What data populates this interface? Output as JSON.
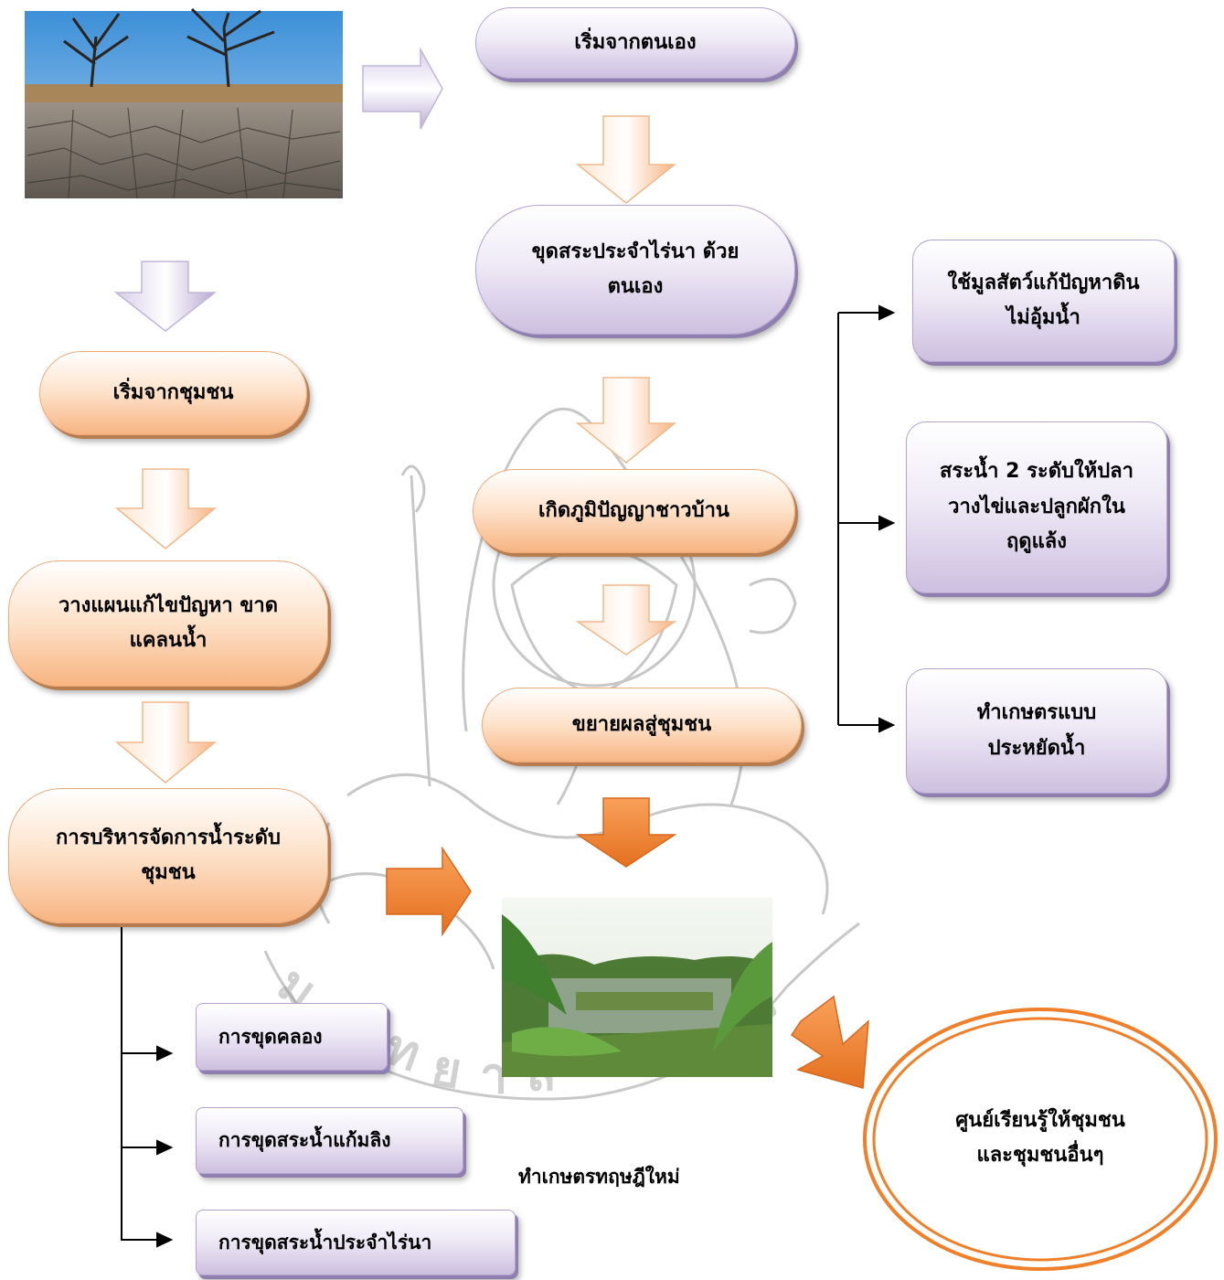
{
  "colors": {
    "purple_box": "#e7e0f1",
    "orange_box": "#fbc9a0",
    "orange_arrow": "#f07f2a",
    "light_orange_arrow": "#f9c08e",
    "purple_arrow": "#cfc4e3",
    "watermark": "#8a8a8a"
  },
  "photos": {
    "dry_land": "dry-cracked-land-photo",
    "farm": "new-theory-farm-photo"
  },
  "nodes": {
    "start_self": "เริ่มจากตนเอง",
    "dig_pond_self": "ขุดสระประจำไร่นา    ด้วย\nตนเอง",
    "local_wisdom": "เกิดภูมิปัญญาชาวบ้าน",
    "expand_community": "ขยายผลสู่ชุมชน",
    "manure_soil": "ใช้มูลสัตว์แก้ปัญหาดิน\nไม่อุ้มน้ำ",
    "pond_two_levels": "สระน้ำ 2 ระดับให้ปลา\nวางไข่และปลูกผักใน\nฤดูแล้ง",
    "water_saving": "ทำเกษตรแบบ\nประหยัดน้ำ",
    "start_community": "เริ่มจากชุมชน",
    "plan_water_shortage": "วางแผนแก้ไขปัญหา   ขาด\nแคลนน้ำ",
    "community_water_mgmt": "การบริหารจัดการน้ำระดับ\nชุมชน",
    "dig_canal": "การขุดคลอง",
    "monkey_cheek_pond": "การขุดสระน้ำแก้มลิง",
    "farm_pond": "การขุดสระน้ำประจำไร่นา",
    "learning_center": "ศูนย์เรียนรู้ให้ชุมชน\nและชุมชนอื่นๆ"
  },
  "caption": "ทำเกษตรทฤษฎีใหม่"
}
